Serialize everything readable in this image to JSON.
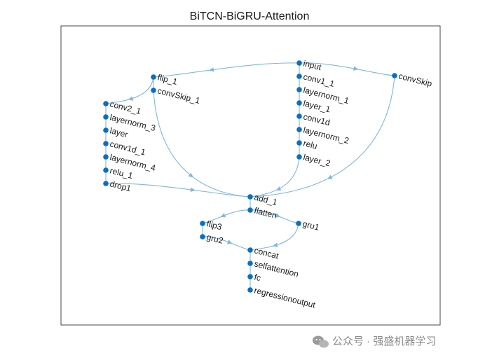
{
  "title": "BiTCN-BiGRU-Attention",
  "watermark": "公众号 · 强盛机器学习",
  "colors": {
    "node": "#0a6fc0",
    "edge": "#7fb7dd",
    "frame": "#333333"
  },
  "nodes": [
    {
      "id": "input",
      "label": "input"
    },
    {
      "id": "conv1_1",
      "label": "conv1_1"
    },
    {
      "id": "layernorm_1",
      "label": "layernorm_1"
    },
    {
      "id": "layer_1",
      "label": "layer_1"
    },
    {
      "id": "conv1d",
      "label": "conv1d"
    },
    {
      "id": "layernorm_2",
      "label": "layernorm_2"
    },
    {
      "id": "relu",
      "label": "relu"
    },
    {
      "id": "layer_2",
      "label": "layer_2"
    },
    {
      "id": "convSkip",
      "label": "convSkip"
    },
    {
      "id": "flip_1",
      "label": "flip_1"
    },
    {
      "id": "convSkip_1",
      "label": "convSkip_1"
    },
    {
      "id": "conv2_1",
      "label": "conv2_1"
    },
    {
      "id": "layernorm_3",
      "label": "layernorm_3"
    },
    {
      "id": "layer",
      "label": "layer"
    },
    {
      "id": "conv1d_1",
      "label": "conv1d_1"
    },
    {
      "id": "layernorm_4",
      "label": "layernorm_4"
    },
    {
      "id": "relu_1",
      "label": "relu_1"
    },
    {
      "id": "drop1",
      "label": "drop1"
    },
    {
      "id": "add_1",
      "label": "add_1"
    },
    {
      "id": "flatten",
      "label": "flatten"
    },
    {
      "id": "flip3",
      "label": "flip3"
    },
    {
      "id": "gru2",
      "label": "gru2"
    },
    {
      "id": "gru1",
      "label": "gru1"
    },
    {
      "id": "concat",
      "label": "concat"
    },
    {
      "id": "selfattention",
      "label": "selfattention"
    },
    {
      "id": "fc",
      "label": "fc"
    },
    {
      "id": "regressionoutput",
      "label": "regressionoutput"
    }
  ],
  "edges": [
    [
      "input",
      "conv1_1"
    ],
    [
      "conv1_1",
      "layernorm_1"
    ],
    [
      "layernorm_1",
      "layer_1"
    ],
    [
      "layer_1",
      "conv1d"
    ],
    [
      "conv1d",
      "layernorm_2"
    ],
    [
      "layernorm_2",
      "relu"
    ],
    [
      "relu",
      "layer_2"
    ],
    [
      "input",
      "flip_1"
    ],
    [
      "input",
      "convSkip"
    ],
    [
      "flip_1",
      "convSkip_1"
    ],
    [
      "flip_1",
      "conv2_1"
    ],
    [
      "conv2_1",
      "layernorm_3"
    ],
    [
      "layernorm_3",
      "layer"
    ],
    [
      "layer",
      "conv1d_1"
    ],
    [
      "conv1d_1",
      "layernorm_4"
    ],
    [
      "layernorm_4",
      "relu_1"
    ],
    [
      "relu_1",
      "drop1"
    ],
    [
      "drop1",
      "add_1"
    ],
    [
      "convSkip_1",
      "add_1"
    ],
    [
      "layer_2",
      "add_1"
    ],
    [
      "convSkip",
      "add_1"
    ],
    [
      "add_1",
      "flatten"
    ],
    [
      "flatten",
      "flip3"
    ],
    [
      "flatten",
      "gru1"
    ],
    [
      "flip3",
      "gru2"
    ],
    [
      "gru2",
      "concat"
    ],
    [
      "gru1",
      "concat"
    ],
    [
      "concat",
      "selfattention"
    ],
    [
      "selfattention",
      "fc"
    ],
    [
      "fc",
      "regressionoutput"
    ]
  ]
}
